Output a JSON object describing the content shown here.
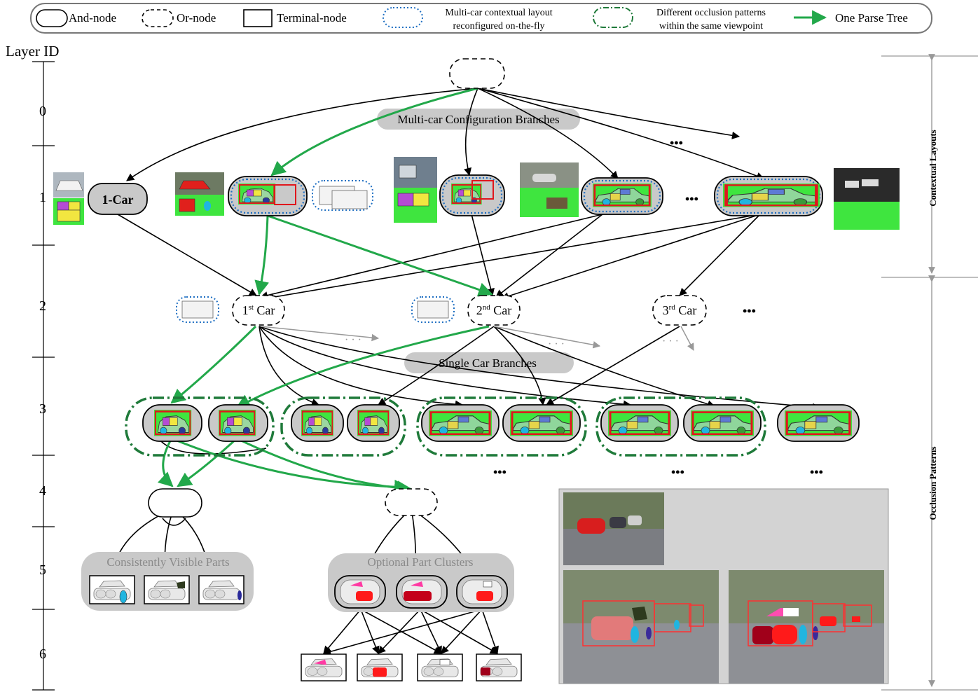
{
  "legend": {
    "and_node": "And-node",
    "or_node": "Or-node",
    "terminal_node": "Terminal-node",
    "multicar_line1": "Multi-car contextual layout",
    "multicar_line2": "reconfigured on-the-fly",
    "occlusion_line1": "Different occlusion patterns",
    "occlusion_line2": "within the same viewpoint",
    "parse_tree": "One Parse Tree"
  },
  "axis": {
    "title": "Layer ID",
    "layers": [
      "0",
      "1",
      "2",
      "3",
      "4",
      "5",
      "6"
    ]
  },
  "side": {
    "contextual_layouts": "Contextual Layouts",
    "occlusion_patterns": "Occlusion Patterns"
  },
  "branch_labels": {
    "multi_car": "Multi-car Configuration Branches",
    "single_car": "Single Car Branches",
    "consistently_visible": "Consistently Visible Parts",
    "optional_clusters": "Optional Part Clusters"
  },
  "nodes": {
    "one_car": "1-Car",
    "car1": {
      "base": "1",
      "sup": "st",
      "label": " Car"
    },
    "car2": {
      "base": "2",
      "sup": "nd",
      "label": " Car"
    },
    "car3": {
      "base": "3",
      "sup": "rd",
      "label": " Car"
    }
  },
  "ellipsis": "•••",
  "gray_dots": "· · ·",
  "colors": {
    "parse_tree": "#22a84a",
    "occlusion_group": "#1f7a3a",
    "multicar_group": "#1f6fc2",
    "box_red": "#e0161c",
    "node_gray": "#c9c9c9",
    "label_gray": "#bdbdbd",
    "panel_gray": "#d3d3d3",
    "green_bg": "#3fe53f"
  }
}
